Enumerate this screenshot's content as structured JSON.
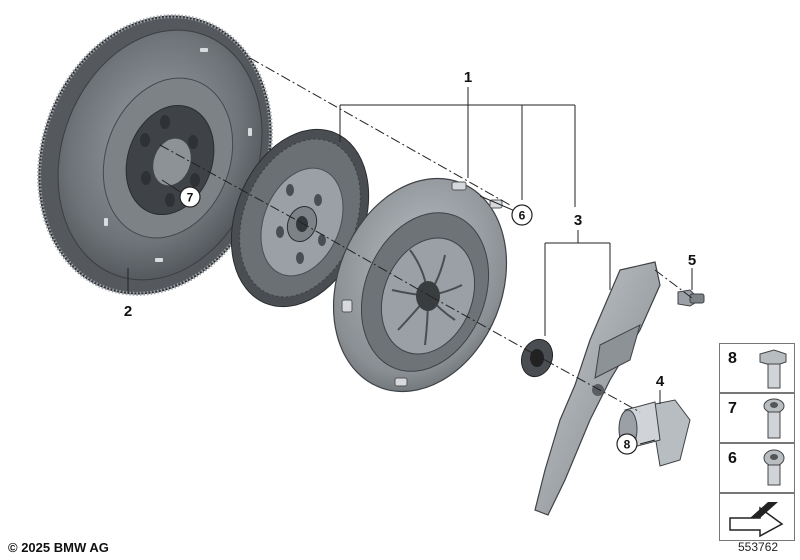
{
  "diagram": {
    "callouts": [
      {
        "id": "c1",
        "label": "1"
      },
      {
        "id": "c2",
        "label": "2"
      },
      {
        "id": "c3",
        "label": "3"
      },
      {
        "id": "c4",
        "label": "4"
      },
      {
        "id": "c5",
        "label": "5"
      },
      {
        "id": "c6",
        "label": "6"
      },
      {
        "id": "c7",
        "label": "7"
      },
      {
        "id": "c8",
        "label": "8"
      }
    ],
    "copyright": "© 2025 BMW AG",
    "document_number": "553762"
  },
  "legend": {
    "items": [
      {
        "label": "8",
        "part": "hex-bolt"
      },
      {
        "label": "7",
        "part": "socket-head-bolt"
      },
      {
        "label": "6",
        "part": "socket-head-bolt-short"
      }
    ]
  },
  "colors": {
    "part_dark": "#5a5e63",
    "part_mid": "#8d9297",
    "part_light": "#c7cbcf",
    "line": "#222222"
  }
}
